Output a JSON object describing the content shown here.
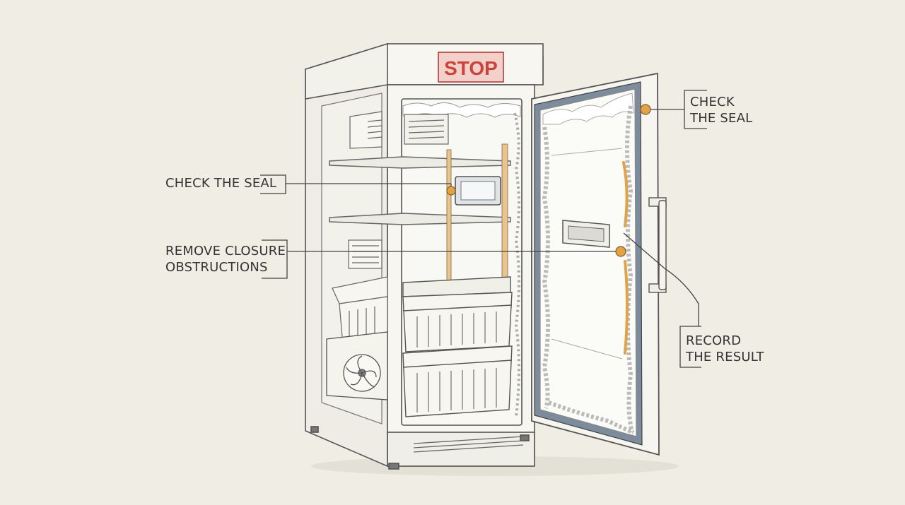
{
  "sign": {
    "text": "STOP",
    "color": "#c9453c",
    "background": "#f3d1ca"
  },
  "callouts": {
    "seal_left": {
      "lines": [
        "CHECK THE SEAL"
      ]
    },
    "obstruction": {
      "lines": [
        "REMOVE CLOSURE",
        "OBSTRUCTIONS"
      ]
    },
    "seal_right": {
      "lines": [
        "CHECK",
        "THE SEAL"
      ]
    },
    "record": {
      "lines": [
        "RECORD",
        "THE RESULT"
      ]
    }
  },
  "colors": {
    "background": "#efede4",
    "ink": "#555555",
    "marker": "#e0a347",
    "gasket": "#7d8c9c",
    "frost": "#ffffff"
  },
  "icons": [
    "fan-icon",
    "vent-icon",
    "thermometer-display-icon",
    "door-handle-icon"
  ]
}
